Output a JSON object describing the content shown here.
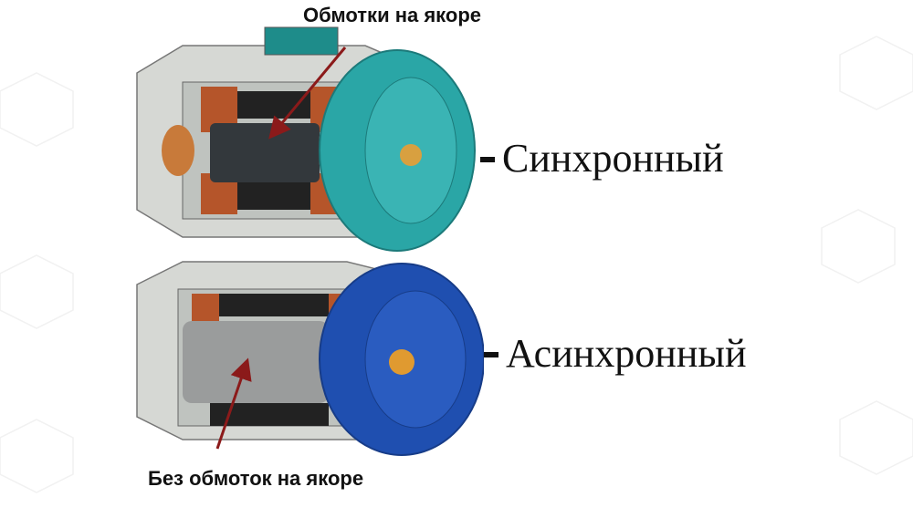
{
  "labels": {
    "top_annotation": "Обмотки на якоре",
    "bottom_annotation": "Без обмоток на якоре",
    "synchronous": "Синхронный",
    "asynchronous": "Асинхронный"
  },
  "colors": {
    "synchronous_cover": "#2aa6a6",
    "asynchronous_cover": "#1f4fb0",
    "arrow": "#8b1a1a",
    "winding": "#b5552a",
    "housing": "#c9ccc9"
  }
}
